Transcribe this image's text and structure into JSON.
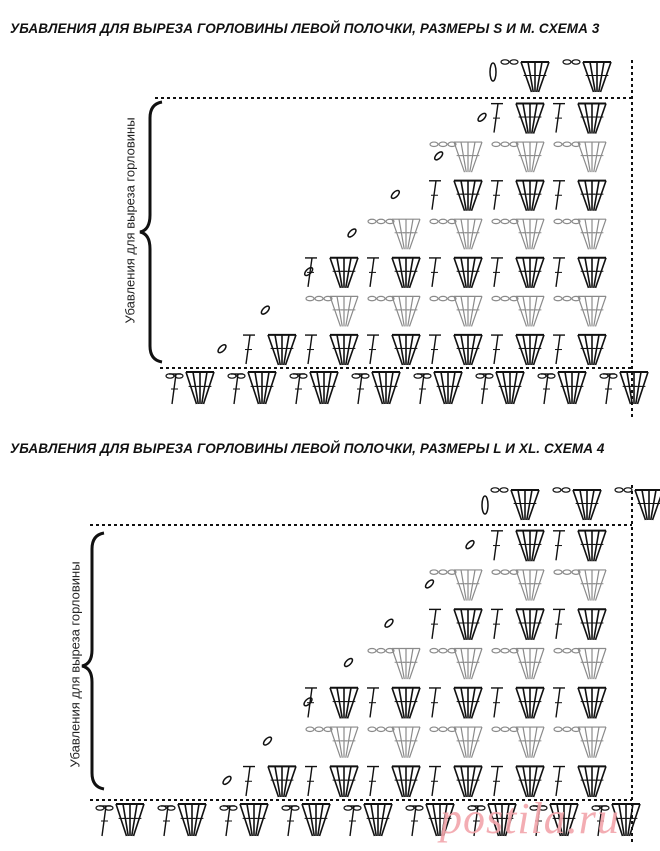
{
  "diagram1": {
    "title": "УБАВЛЕНИЯ ДЛЯ ВЫРЕЗА ГОРЛОВИНЫ ЛЕВОЙ ПОЛОЧКИ, РАЗМЕРЫ S И M. СХЕМА 3",
    "side_label": "Убавления для выреза горловины"
  },
  "diagram2": {
    "title": "УБАВЛЕНИЯ ДЛЯ ВЫРЕЗА ГОРЛОВИНЫ ЛЕВОЙ ПОЛОЧКИ, РАЗМЕРЫ L И XL. СХЕМА 4",
    "side_label": "Убавления для выреза горловины"
  },
  "watermark": "postila.ru",
  "colors": {
    "ink": "#111111",
    "gray": "#8a8a8a",
    "watermark": "#f2a5ab"
  }
}
